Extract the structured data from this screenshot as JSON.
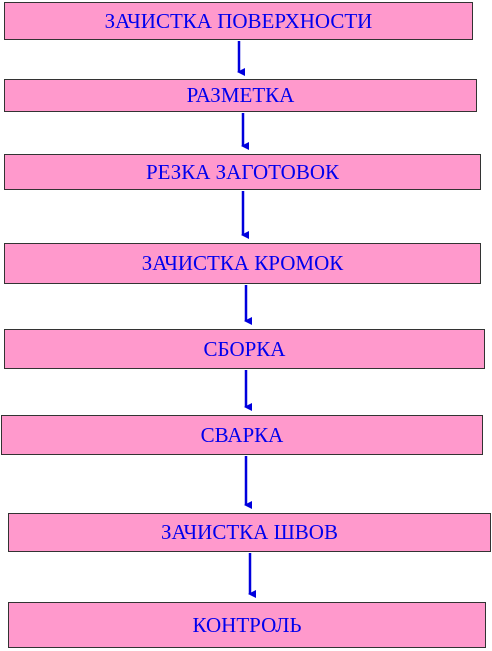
{
  "colors": {
    "box_fill": "#ff99cc",
    "box_border": "#333333",
    "text": "#0000ee",
    "arrow": "#0000dd"
  },
  "steps": [
    {
      "label": "ЗАЧИСТКА ПОВЕРХНОСТИ"
    },
    {
      "label": "РАЗМЕТКА"
    },
    {
      "label": "РЕЗКА ЗАГОТОВОК"
    },
    {
      "label": "ЗАЧИСТКА КРОМОК"
    },
    {
      "label": "СБОРКА"
    },
    {
      "label": "СВАРКА"
    },
    {
      "label": "ЗАЧИСТКА ШВОВ"
    },
    {
      "label": "КОНТРОЛЬ"
    }
  ]
}
